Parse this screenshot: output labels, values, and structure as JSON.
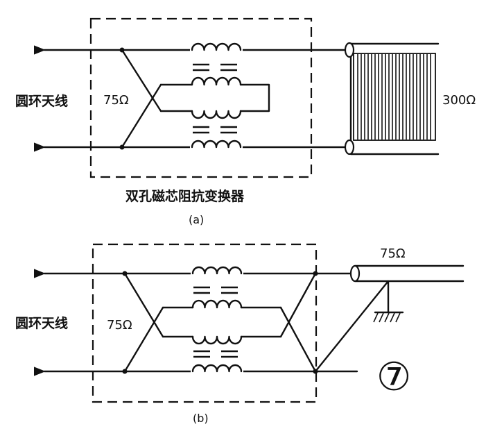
{
  "diagram_a": {
    "antenna_label": "圆环天线",
    "input_impedance": "75Ω",
    "output_impedance": "300Ω",
    "transformer_label": "双孔磁芯阻抗变换器",
    "caption": "(a)"
  },
  "diagram_b": {
    "antenna_label": "圆环天线",
    "input_impedance": "75Ω",
    "cable_impedance": "75Ω",
    "caption": "(b)"
  },
  "figure_number": "⑦"
}
